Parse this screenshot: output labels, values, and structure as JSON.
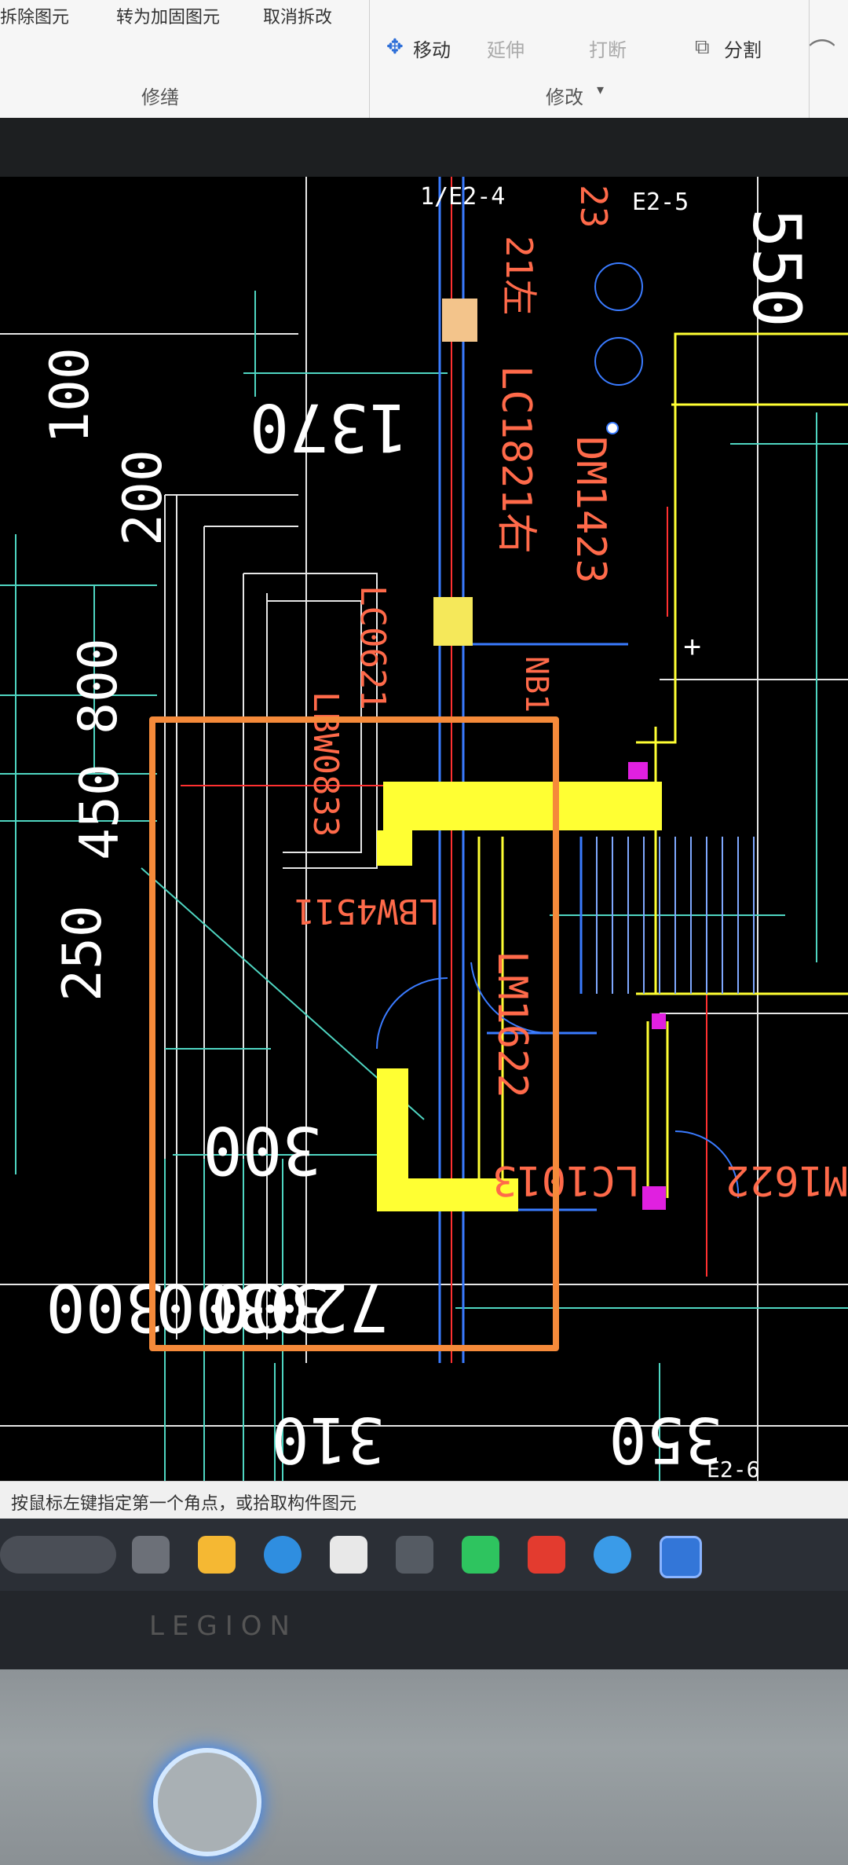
{
  "ribbon": {
    "group_labels": [
      "修缮",
      "修改"
    ],
    "modify_dropdown": "▾",
    "top_items": [
      "拆除图元",
      "转为加固图元",
      "取消拆改"
    ],
    "modify_items": [
      "移动",
      "延伸",
      "打断",
      "分割"
    ]
  },
  "drawing": {
    "axes": [
      "1/E2-4",
      "E2-5",
      "E2-6"
    ],
    "dimensions": [
      "550",
      "1370",
      "100",
      "200",
      "800",
      "450",
      "250",
      "300",
      "300",
      "300",
      "300",
      "720",
      "310",
      "350"
    ],
    "labels": [
      "21左",
      "23",
      "LC1821右",
      "DM1423",
      "LC0621",
      "LBW0833",
      "LBW4511",
      "LM1622",
      "LC1013",
      "M1622",
      "NB1"
    ],
    "highlight_color": "#f58a3a",
    "wall_color": "#ffff33"
  },
  "status": {
    "prompt": "按鼠标左键指定第一个角点，或拾取构件图元"
  },
  "taskbar": {
    "icons": [
      "app-icon",
      "task-view-icon",
      "file-explorer-icon",
      "edge-icon",
      "store-icon",
      "app-switch-icon",
      "wechat-icon",
      "wps-icon",
      "edge-ai-icon",
      "cad-app-icon"
    ]
  },
  "laptop": {
    "brand": "LEGION"
  }
}
